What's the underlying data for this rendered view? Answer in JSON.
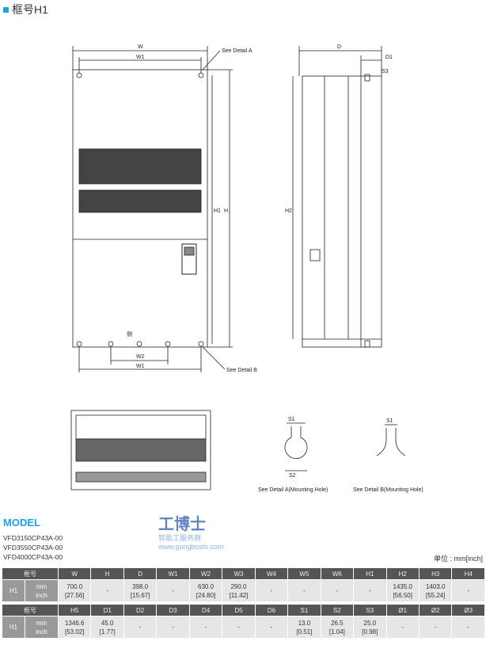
{
  "title": "框号H1",
  "drawing": {
    "w": "W",
    "w1": "W1",
    "detail_a": "See Detail A",
    "h1": "H1",
    "h": "H",
    "w2": "W2",
    "w1_bottom": "W1",
    "detail_b": "See Detail B",
    "side_label": "侧",
    "d": "D",
    "d1": "D1",
    "s3": "S3",
    "h2": "H2",
    "s1": "S1",
    "s2": "S2",
    "s1_b": "S1",
    "detail_a_caption": "See Detail A(Mounting Hole)",
    "detail_b_caption": "See Detail B(Mounting Hole)"
  },
  "model_heading": "MODEL",
  "models": [
    "VFD3150CP43A-00",
    "VFD3550CP43A-00",
    "VFD4000CP43A-00"
  ],
  "unit": "单位 : mm[inch]",
  "table1": {
    "headers": [
      "框号",
      "W",
      "H",
      "D",
      "W1",
      "W2",
      "W3",
      "W4",
      "W5",
      "W6",
      "H1",
      "H2",
      "H3",
      "H4"
    ],
    "frame": "H1",
    "mm": "mm",
    "inch": "inch",
    "cells": [
      [
        "700.0",
        "[27.56]"
      ],
      [
        "-",
        ""
      ],
      [
        "398.0",
        "[15.67]"
      ],
      [
        "-",
        ""
      ],
      [
        "630.0",
        "[24.80]"
      ],
      [
        "290.0",
        "[11.42]"
      ],
      [
        "-",
        ""
      ],
      [
        "-",
        ""
      ],
      [
        "-",
        ""
      ],
      [
        "-",
        ""
      ],
      [
        "1435.0",
        "[56.50]"
      ],
      [
        "1403.0",
        "[55.24]"
      ],
      [
        "-",
        ""
      ]
    ]
  },
  "table2": {
    "headers": [
      "框号",
      "H5",
      "D1",
      "D2",
      "D3",
      "D4",
      "D5",
      "D6",
      "S1",
      "S2",
      "S3",
      "Ø1",
      "Ø2",
      "Ø3"
    ],
    "frame": "H1",
    "mm": "mm",
    "inch": "inch",
    "cells": [
      [
        "1346.6",
        "[53.02]"
      ],
      [
        "45.0",
        "[1.77]"
      ],
      [
        "-",
        ""
      ],
      [
        "-",
        ""
      ],
      [
        "-",
        ""
      ],
      [
        "-",
        ""
      ],
      [
        "-",
        ""
      ],
      [
        "13.0",
        "[0.51]"
      ],
      [
        "26.5",
        "[1.04]"
      ],
      [
        "25.0",
        "[0.98]"
      ],
      [
        "-",
        ""
      ],
      [
        "-",
        ""
      ],
      [
        "-",
        ""
      ]
    ]
  },
  "watermark": {
    "name": "工博士",
    "tagline": "智能工服务商",
    "url": "www.gongboshi.com"
  }
}
